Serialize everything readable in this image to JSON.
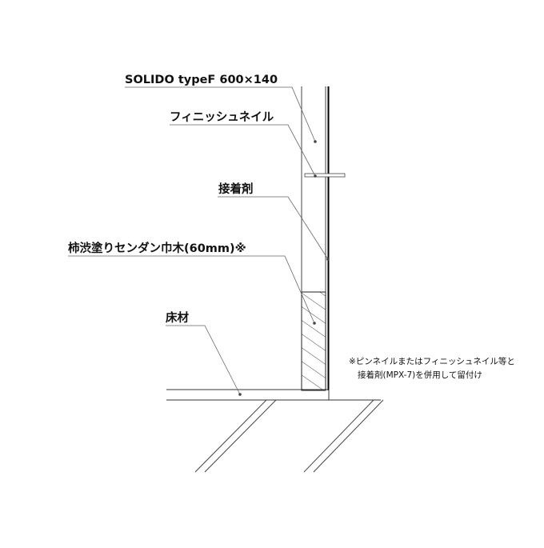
{
  "labels": {
    "panel": "SOLIDO typeF 600×140",
    "nail": "フィニッシュネイル",
    "adhesive": "接着剤",
    "skirting": "柿渋塗りセンダン巾木(60mm)※",
    "floor": "床材"
  },
  "note": {
    "line1": "※ピンネイルまたはフィニッシュネイル等と",
    "line2": "接着剤(MPX-7)を併用して留付け"
  },
  "colors": {
    "line": "#111111",
    "leader": "#666666",
    "background": "#ffffff"
  }
}
